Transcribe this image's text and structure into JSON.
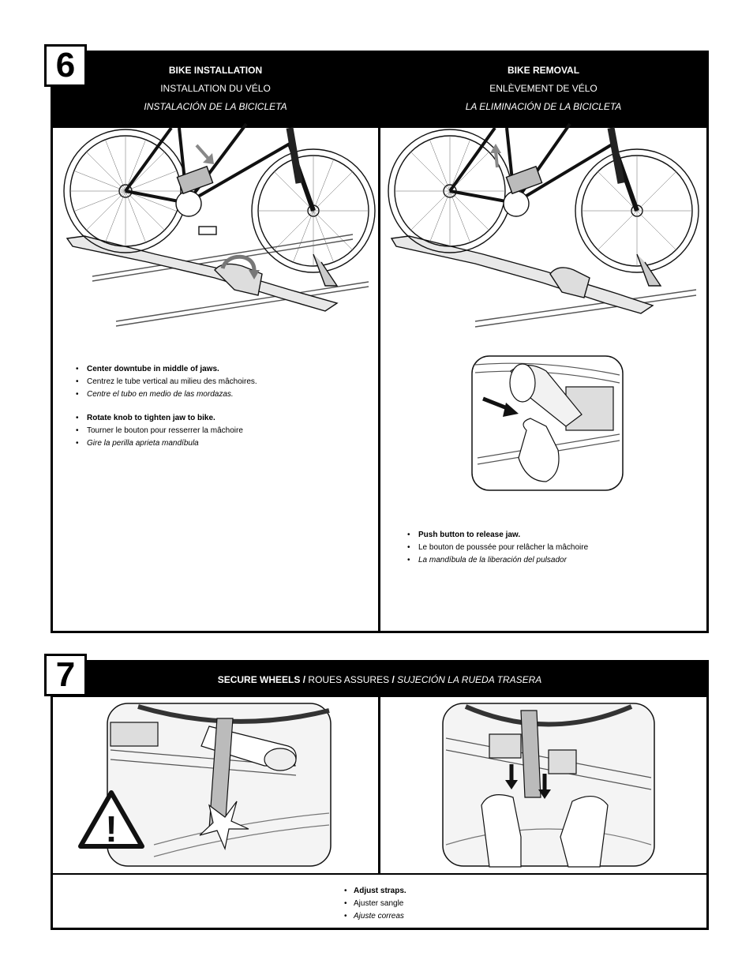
{
  "step6": {
    "number": "6",
    "installation": {
      "title_en": "BIKE INSTALLATION",
      "title_fr": "INSTALLATION DU VÉLO",
      "title_es": "INSTALACIÓN DE LA BICICLETA",
      "instructions": [
        {
          "en": "Center downtube in middle of jaws.",
          "fr": "Centrez le tube vertical au milieu des mâchoires.",
          "es": "Centre el tubo en medio de las mordazas."
        },
        {
          "en": "Rotate knob to tighten jaw to bike.",
          "fr": "Tourner le bouton pour resserrer la mâchoire",
          "es": "Gire la perilla aprieta mandíbula"
        }
      ]
    },
    "removal": {
      "title_en": "BIKE REMOVAL",
      "title_fr": "ENLÈVEMENT DE VÉLO",
      "title_es": "LA ELIMINACIÓN DE LA BICICLETA",
      "instructions": [
        {
          "en": "Push button to release jaw.",
          "fr": "Le bouton de poussée pour relâcher la mâchoire",
          "es": "La mandíbula de la liberación del pulsador"
        }
      ]
    }
  },
  "step7": {
    "number": "7",
    "title_en": "SECURE WHEELS",
    "sep1": "/",
    "title_fr": "ROUES ASSURES",
    "sep2": "/",
    "title_es": "SUJECIÓN LA RUEDA TRASERA",
    "instructions": [
      {
        "en": "Adjust straps.",
        "fr": "Ajuster sangle",
        "es": "Ajuste correas"
      }
    ],
    "warning_symbol": "!"
  },
  "bullet": "•",
  "icons": {
    "warning": "warning-triangle-icon",
    "arrow_down": "arrow-down-icon",
    "arrow_up": "arrow-up-icon",
    "rotate": "rotate-arrow-icon",
    "push": "push-arrow-icon"
  }
}
